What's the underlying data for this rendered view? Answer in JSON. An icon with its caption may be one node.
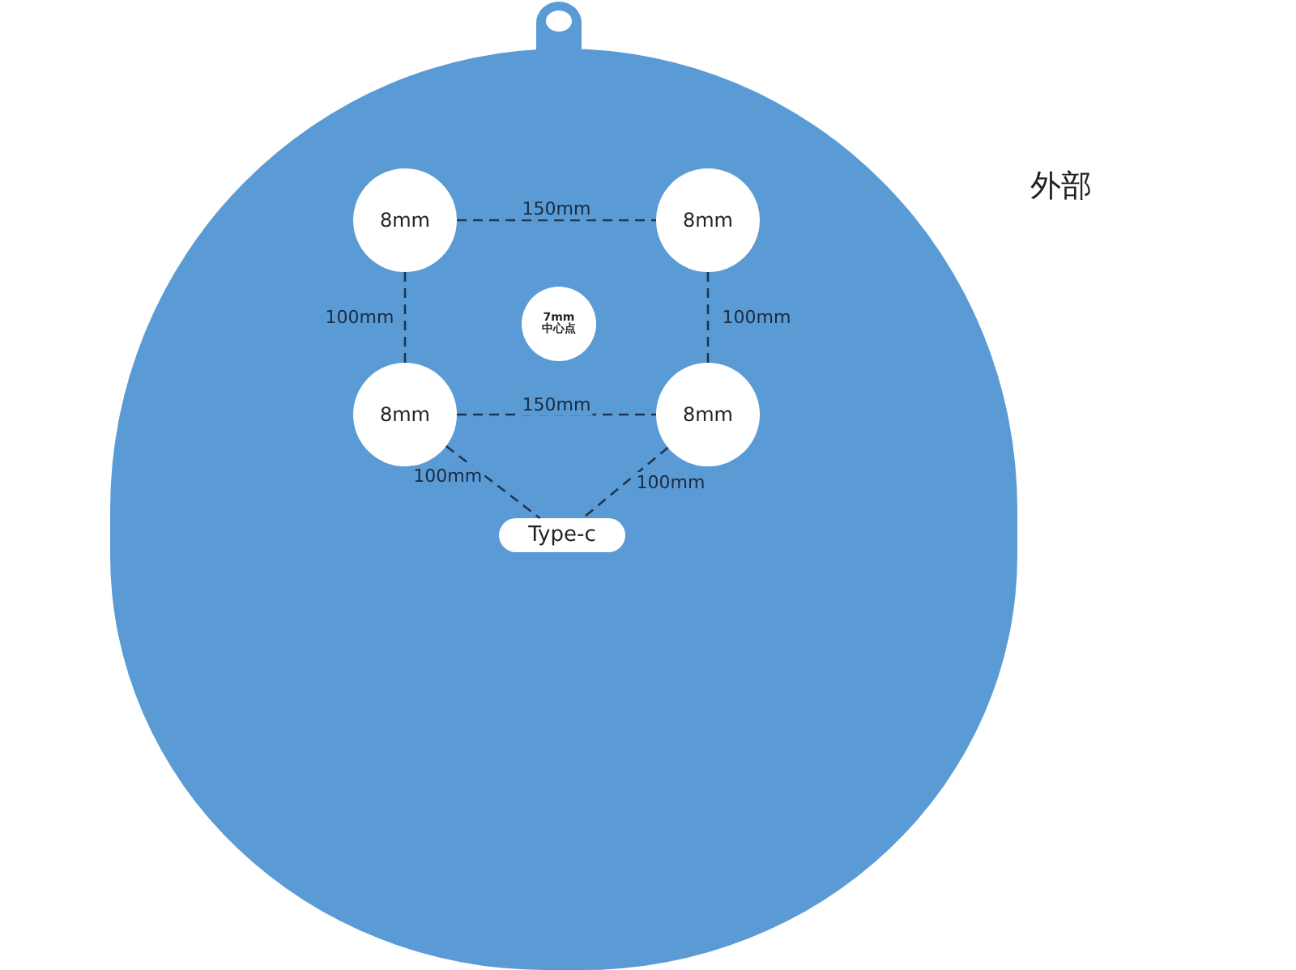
{
  "diagram": {
    "nodes": [
      {
        "text": [],
        "shape": "circle"
      },
      {
        "text": [
          "8mm"
        ],
        "in": 0
      },
      {
        "text": [
          "8mm"
        ],
        "in": 0
      },
      {
        "text": [
          "7mm",
          "中心点"
        ],
        "in": 0
      },
      {
        "text": [
          "8mm"
        ],
        "in": 0
      },
      {
        "text": [
          "8mm"
        ],
        "in": 0
      },
      {
        "text": [
          "Type-c"
        ],
        "in": 0
      }
    ],
    "edges": [
      {
        "from": 1,
        "to": 2,
        "arrow": "none",
        "label": "150mm",
        "style": "dashed"
      },
      {
        "from": 1,
        "to": 4,
        "arrow": "none",
        "label": "100mm",
        "style": "dashed"
      },
      {
        "from": 2,
        "to": 5,
        "arrow": "none",
        "label": "100mm",
        "style": "dashed"
      },
      {
        "from": 4,
        "to": 5,
        "arrow": "none",
        "label": "150mm",
        "style": "dashed"
      },
      {
        "from": 4,
        "to": 6,
        "arrow": "none",
        "label": "100mm",
        "style": "dashed"
      },
      {
        "from": 5,
        "to": 6,
        "arrow": "none",
        "label": "100mm",
        "style": "dashed"
      }
    ],
    "labels": [
      "外部"
    ]
  }
}
